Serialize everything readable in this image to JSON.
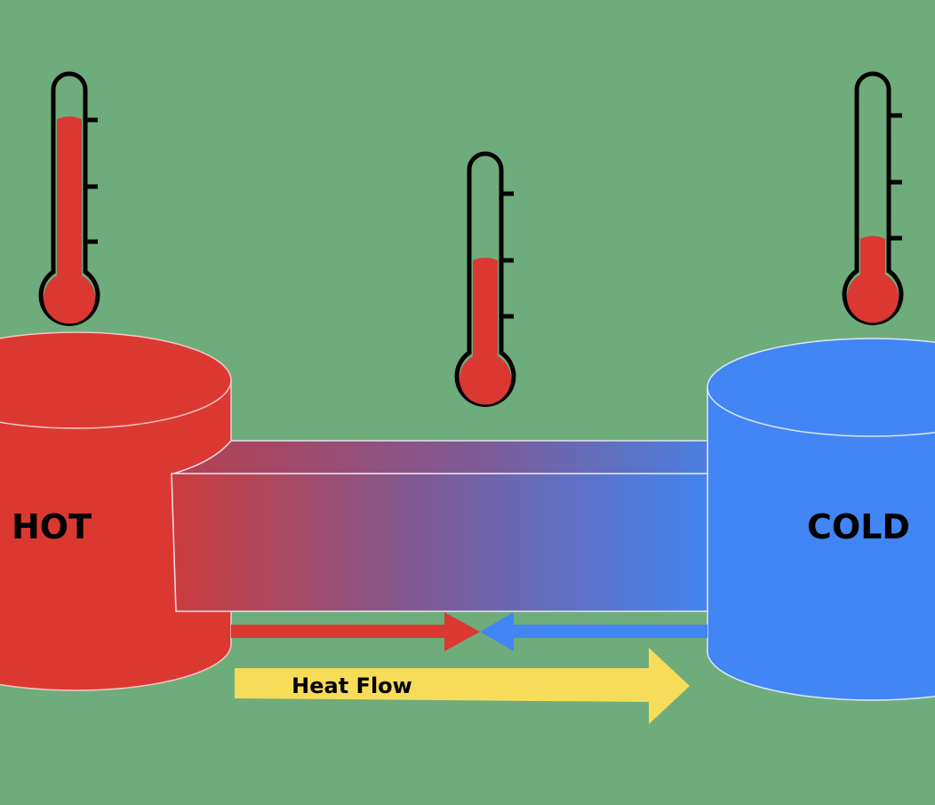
{
  "colors": {
    "background": "#6fac7c",
    "hot": "#dc3832",
    "cold": "#4285f4",
    "mid": "#7a5c9a",
    "arrow": "#f7dc5a",
    "outline": "#000000"
  },
  "labels": {
    "hot": "HOT",
    "cold": "COLD",
    "heat_flow": "Heat Flow"
  },
  "thermometers": [
    {
      "name": "hot-thermometer",
      "fill_level": 0.85
    },
    {
      "name": "middle-thermometer",
      "fill_level": 0.55
    },
    {
      "name": "cold-thermometer",
      "fill_level": 0.2
    }
  ]
}
